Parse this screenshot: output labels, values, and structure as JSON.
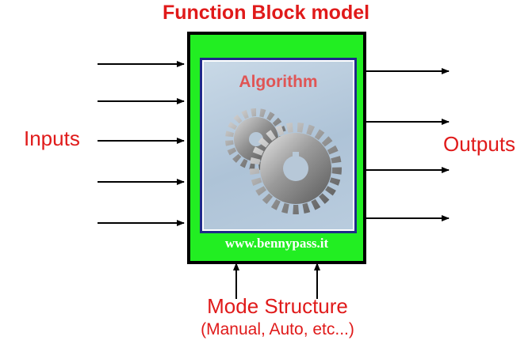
{
  "title": "Function Block model",
  "block": {
    "algorithm_label": "Algorithm",
    "website": "www.bennypass.it"
  },
  "inputs_label": "Inputs",
  "outputs_label": "Outputs",
  "mode_label": "Mode Structure",
  "mode_sublabel": "(Manual, Auto, etc...)",
  "colors": {
    "title": "#e01a1a",
    "block_fill": "#22ee22",
    "block_border": "#000000",
    "panel_border": "#1f2a8a",
    "algorithm_text": "#e05555",
    "arrows": "#000000"
  },
  "inputs_count": 5,
  "outputs_count": 4,
  "mode_arrows_count": 2,
  "icons": [
    "gears-icon"
  ]
}
